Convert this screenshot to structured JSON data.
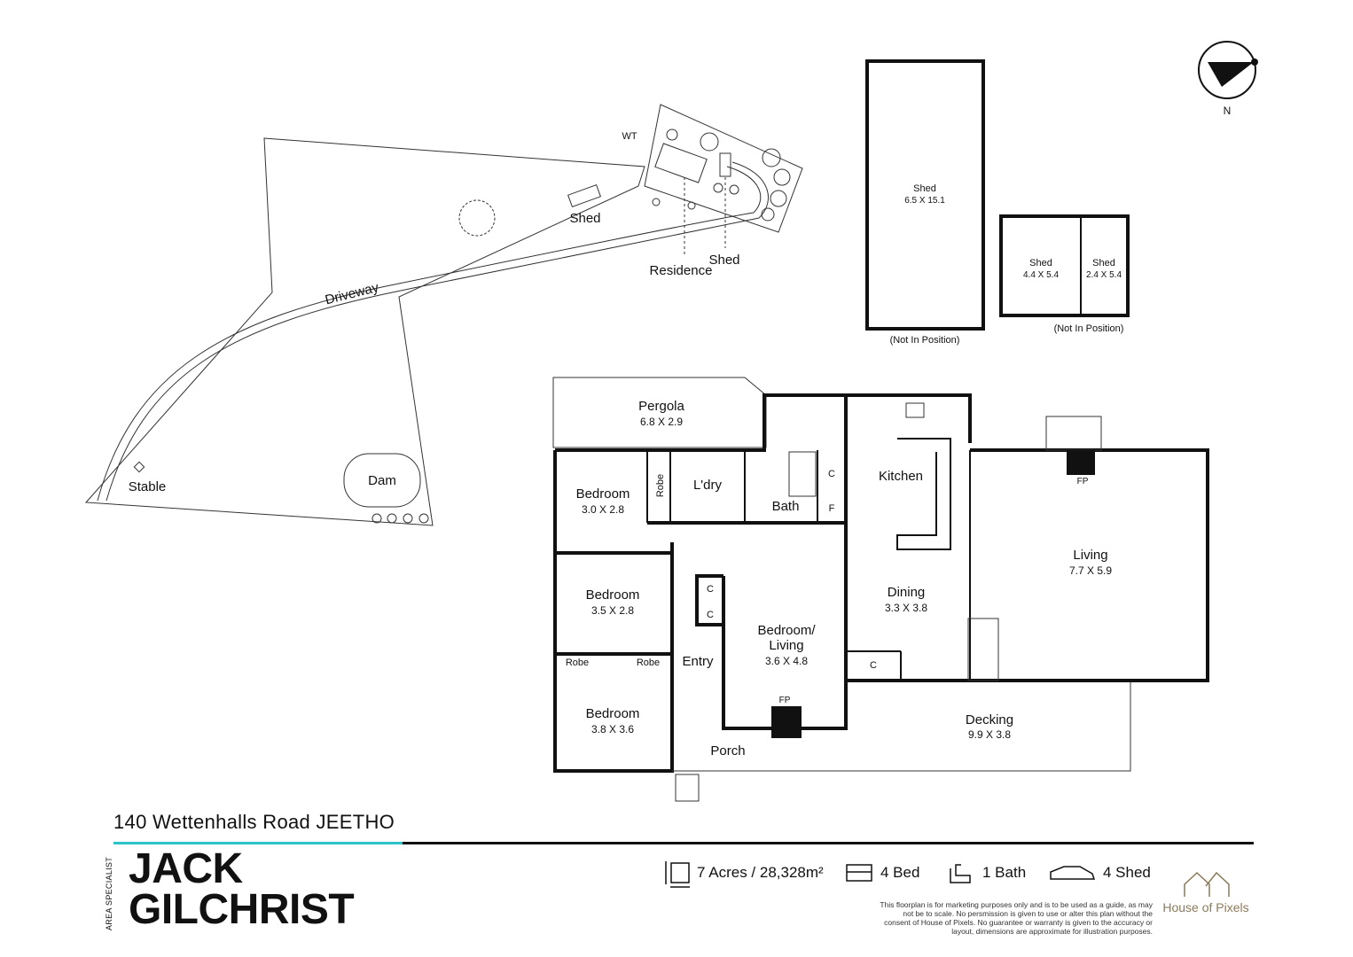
{
  "site_plan": {
    "labels": {
      "wt": "WT",
      "shed": "Shed",
      "shed2": "Shed",
      "residence": "Residence",
      "driveway": "Driveway",
      "stable": "Stable",
      "dam": "Dam"
    }
  },
  "compass": {
    "label": "N",
    "icon": "north-arrow-icon"
  },
  "outbuildings": [
    {
      "name": "Shed",
      "dims": "6.5 X 15.1",
      "note": "(Not In Position)"
    },
    {
      "name": "Shed",
      "dims": "4.4 X 5.4"
    },
    {
      "name": "Shed",
      "dims": "2.4 X 5.4",
      "note": "(Not In Position)"
    }
  ],
  "rooms": {
    "pergola": {
      "name": "Pergola",
      "dims": "6.8 X 2.9"
    },
    "bed1": {
      "name": "Bedroom",
      "dims": "3.0 X 2.8"
    },
    "robe1": {
      "name": "Robe"
    },
    "laundry": {
      "name": "L'dry"
    },
    "bath": {
      "name": "Bath"
    },
    "c1": {
      "name": "C"
    },
    "f": {
      "name": "F"
    },
    "kitchen": {
      "name": "Kitchen"
    },
    "living": {
      "name": "Living",
      "dims": "7.7 X 5.9"
    },
    "fp1": {
      "name": "FP"
    },
    "bed2": {
      "name": "Bedroom",
      "dims": "3.5 X 2.8"
    },
    "c2": {
      "name": "C"
    },
    "c3": {
      "name": "C"
    },
    "dining": {
      "name": "Dining",
      "dims": "3.3 X 3.8"
    },
    "bedliving": {
      "name": "Bedroom/",
      "name2": "Living",
      "dims": "3.6 X 4.8"
    },
    "robe2": {
      "name": "Robe"
    },
    "robe3": {
      "name": "Robe"
    },
    "entry": {
      "name": "Entry"
    },
    "c4": {
      "name": "C"
    },
    "bed3": {
      "name": "Bedroom",
      "dims": "3.8 X 3.6"
    },
    "fp2": {
      "name": "FP"
    },
    "decking": {
      "name": "Decking",
      "dims": "9.9 X 3.8"
    },
    "porch": {
      "name": "Porch"
    }
  },
  "footer": {
    "address": "140 Wettenhalls Road JEETHO",
    "agent_tag": "AREA SPECIALIST",
    "agent_name_1": "JACK",
    "agent_name_2": "GILCHRIST",
    "stats": [
      {
        "icon": "land-area-icon",
        "label": "7 Acres / 28,328m²"
      },
      {
        "icon": "bed-icon",
        "label": "4 Bed"
      },
      {
        "icon": "bath-icon",
        "label": "1 Bath"
      },
      {
        "icon": "car-icon",
        "label": "4 Shed"
      }
    ],
    "disclaimer": "This floorplan is for marketing purposes only and is to be used as a guide, as may not be to scale. No persmission is given to use or alter this plan without the consent of House of Pixels. No guarantee or warranty is given to the accuracy or layout, dimensions are approximate for illustration purposes.",
    "brand": "House of Pixels",
    "accent_color": "#2cc3c8",
    "brand_color": "#8a7b5a"
  }
}
